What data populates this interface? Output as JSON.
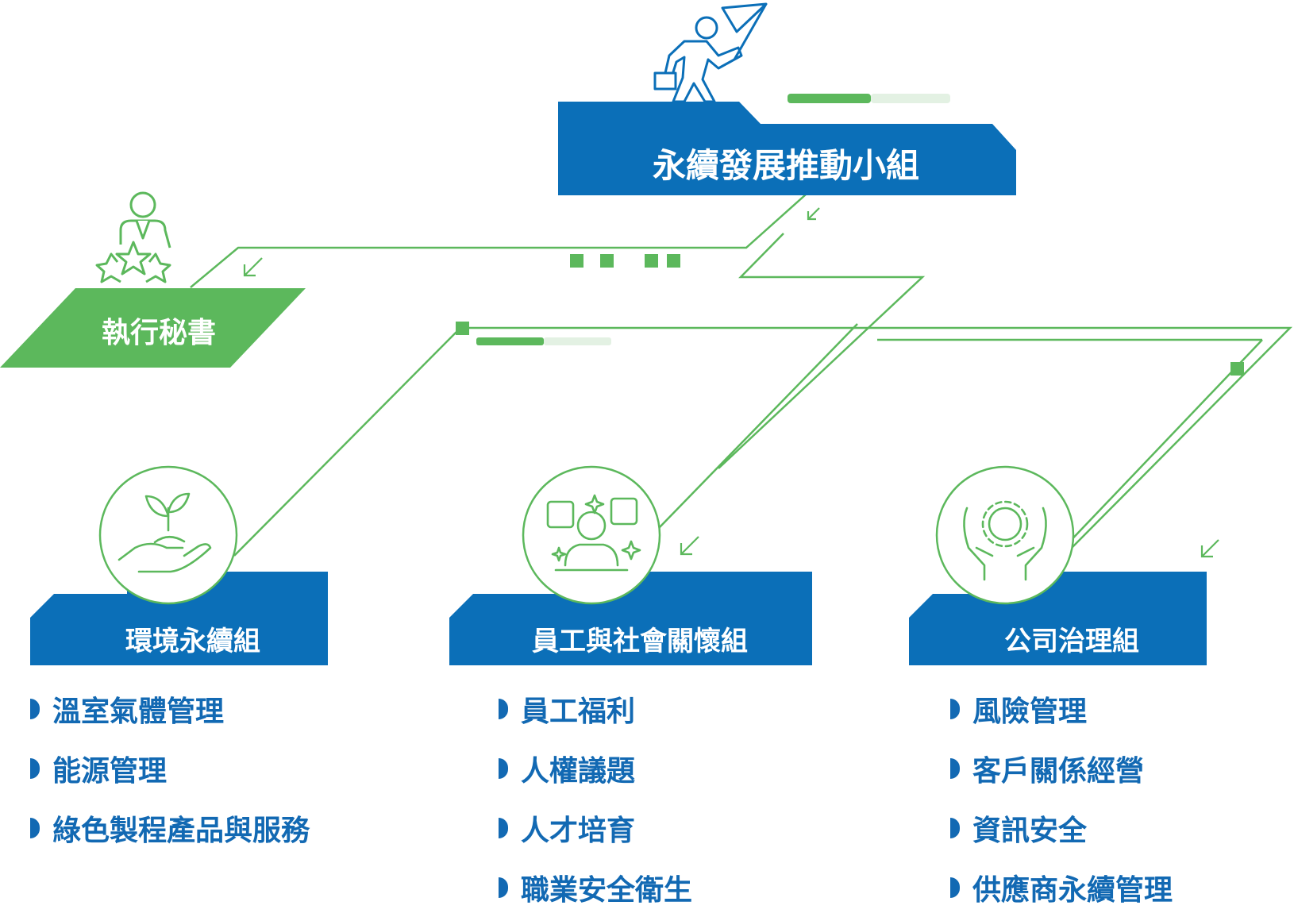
{
  "colors": {
    "blue": "#0b6fb8",
    "green": "#5cb85c",
    "light_green": "#cfe8cf",
    "text_blue": "#1269b3"
  },
  "top": {
    "title": "永續發展推動小組",
    "icon": "leader-flag-icon"
  },
  "secretary": {
    "title": "執行秘書",
    "icon": "employee-star-icon"
  },
  "groups": [
    {
      "title": "環境永續組",
      "icon": "plant-hand-icon",
      "items": [
        "溫室氣體管理",
        "能源管理",
        "綠色製程產品與服務"
      ]
    },
    {
      "title": "員工與社會關懷組",
      "icon": "employee-feedback-icon",
      "items": [
        "員工福利",
        "人權議題",
        "人才培育",
        "職業安全衛生"
      ]
    },
    {
      "title": "公司治理組",
      "icon": "gear-hands-icon",
      "items": [
        "風險管理",
        "客戶關係經營",
        "資訊安全",
        "供應商永續管理"
      ]
    }
  ]
}
